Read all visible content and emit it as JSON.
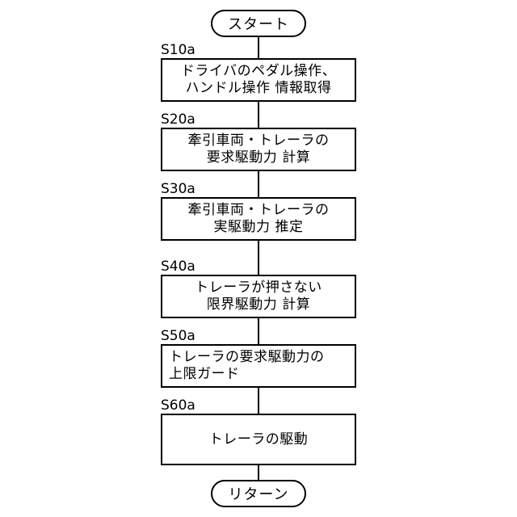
{
  "start": "スタート",
  "end": "リターン",
  "steps": [
    {
      "label": "S10a",
      "lines": [
        "ドライバのペダル操作、",
        "ハンドル操作 情報取得"
      ]
    },
    {
      "label": "S20a",
      "lines": [
        "牽引車両・トレーラの",
        "要求駆動力 計算"
      ]
    },
    {
      "label": "S30a",
      "lines": [
        "牽引車両・トレーラの",
        "実駆動力 推定"
      ]
    },
    {
      "label": "S40a",
      "lines": [
        "トレーラが押さない",
        "限界駆動力 計算"
      ]
    },
    {
      "label": "S50a",
      "lines": [
        "トレーラの要求駆動力の",
        "上限ガード"
      ]
    },
    {
      "label": "S60a",
      "lines": [
        "トレーラの駆動"
      ]
    }
  ]
}
